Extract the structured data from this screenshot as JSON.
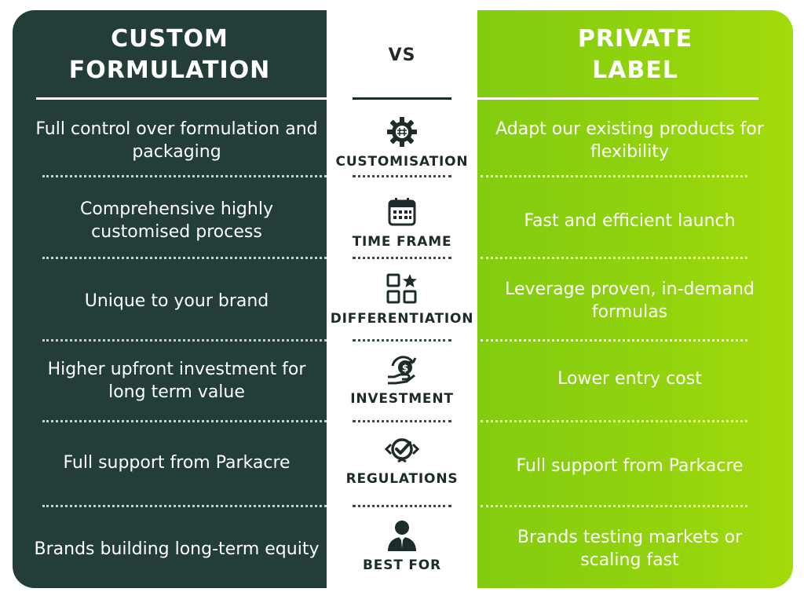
{
  "header": {
    "left_line1": "CUSTOM",
    "left_line2": "FORMULATION",
    "vs": "VS",
    "right_line1": "PRIVATE",
    "right_line2": "LABEL"
  },
  "colors": {
    "left_panel": "#233d39",
    "right_panel": "#92d30d",
    "center_text": "#1d2c2a"
  },
  "rows": [
    {
      "criterion": "CUSTOMISATION",
      "icon": "gear-icon",
      "left": "Full control over formulation and packaging",
      "right": "Adapt our existing products for flexibility"
    },
    {
      "criterion": "TIME FRAME",
      "icon": "calendar-icon",
      "left": "Comprehensive highly customised process",
      "right": "Fast and efficient launch"
    },
    {
      "criterion": "DIFFERENTIATION",
      "icon": "squares-star-icon",
      "left": "Unique to your brand",
      "right": "Leverage proven, in-demand formulas"
    },
    {
      "criterion": "INVESTMENT",
      "icon": "money-hand-icon",
      "left": "Higher upfront investment for long term value",
      "right": "Lower entry cost"
    },
    {
      "criterion": "REGULATIONS",
      "icon": "badge-check-icon",
      "left": "Full support from Parkacre",
      "right": "Full support from Parkacre"
    },
    {
      "criterion": "BEST FOR",
      "icon": "businessman-icon",
      "left": "Brands building long-term equity",
      "right": "Brands testing markets or scaling fast"
    }
  ]
}
